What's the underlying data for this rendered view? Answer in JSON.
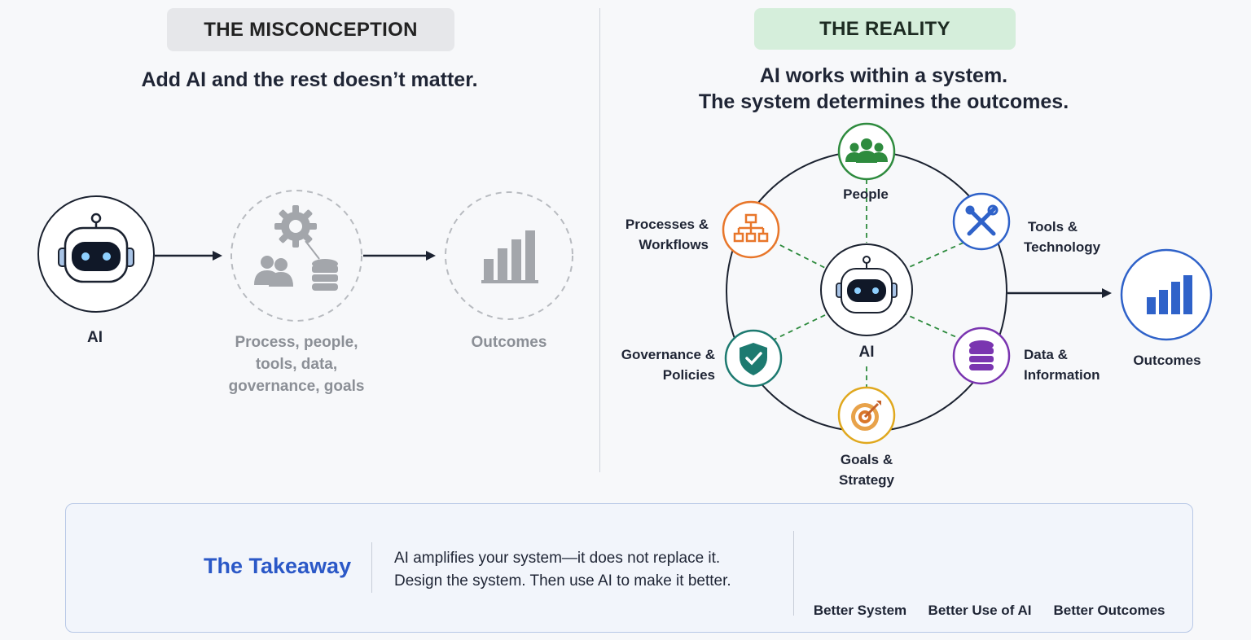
{
  "misconception": {
    "badge": "THE MISCONCEPTION",
    "headline": "Add AI and the rest doesn’t matter.",
    "ai_label": "AI",
    "middle_label_lines": [
      "Process, people,",
      "tools, data,",
      "governance, goals"
    ],
    "outcomes_label": "Outcomes"
  },
  "reality": {
    "badge": "THE REALITY",
    "headline_line1": "AI works within a system.",
    "headline_line2": "The system determines the outcomes.",
    "center_label": "AI",
    "nodes": {
      "people": {
        "label": "People",
        "color": "#2e8b3e",
        "icon": "people-icon"
      },
      "tools": {
        "line1": "Tools &",
        "line2": "Technology",
        "color": "#2f62c9",
        "icon": "wrench-screwdriver-icon"
      },
      "data": {
        "line1": "Data &",
        "line2": "Information",
        "color": "#7a35b0",
        "icon": "database-icon"
      },
      "goals": {
        "line1": "Goals &",
        "line2": "Strategy",
        "color": "#e0a81e",
        "icon": "target-icon"
      },
      "governance": {
        "line1": "Governance &",
        "line2": "Policies",
        "color": "#1d7a70",
        "icon": "shield-check-icon"
      },
      "processes": {
        "line1": "Processes &",
        "line2": "Workflows",
        "color": "#e8762a",
        "icon": "flowchart-icon"
      }
    },
    "outcomes_label": "Outcomes"
  },
  "takeaway": {
    "title": "The Takeaway",
    "line1": "AI amplifies your system—it does not replace it.",
    "line2": "Design the system. Then use AI to make it better.",
    "items": [
      {
        "label": "Better System",
        "icon": "growth-chart-icon"
      },
      {
        "label": "Better Use of AI",
        "icon": "robot-icon"
      },
      {
        "label": "Better Outcomes",
        "icon": "target-arrow-icon"
      }
    ],
    "accent": "#2b58c7"
  }
}
